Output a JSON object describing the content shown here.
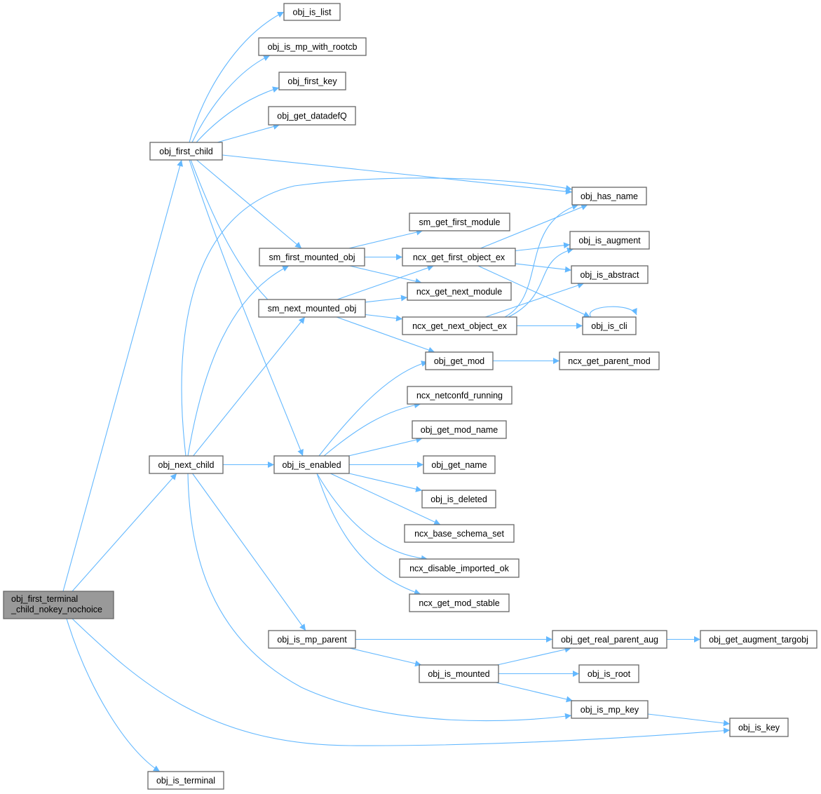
{
  "graph": {
    "root": {
      "id": "obj_first_terminal_child_nokey_nochoice",
      "label_lines": [
        "obj_first_terminal",
        "_child_nokey_nochoice"
      ]
    },
    "nodes": [
      "obj_is_list",
      "obj_is_mp_with_rootcb",
      "obj_first_key",
      "obj_get_datadefQ",
      "obj_first_child",
      "obj_has_name",
      "sm_get_first_module",
      "obj_is_augment",
      "sm_first_mounted_obj",
      "ncx_get_first_object_ex",
      "obj_is_abstract",
      "ncx_get_next_module",
      "sm_next_mounted_obj",
      "ncx_get_next_object_ex",
      "obj_is_cli",
      "obj_get_mod",
      "ncx_get_parent_mod",
      "ncx_netconfd_running",
      "obj_get_mod_name",
      "obj_next_child",
      "obj_is_enabled",
      "obj_get_name",
      "obj_is_deleted",
      "ncx_base_schema_set",
      "ncx_disable_imported_ok",
      "ncx_get_mod_stable",
      "obj_is_mp_parent",
      "obj_get_real_parent_aug",
      "obj_get_augment_targobj",
      "obj_is_mounted",
      "obj_is_root",
      "obj_is_mp_key",
      "obj_is_key",
      "obj_is_terminal"
    ],
    "edges": [
      [
        "obj_first_terminal_child_nokey_nochoice",
        "obj_first_child"
      ],
      [
        "obj_first_terminal_child_nokey_nochoice",
        "obj_next_child"
      ],
      [
        "obj_first_terminal_child_nokey_nochoice",
        "obj_is_terminal"
      ],
      [
        "obj_first_terminal_child_nokey_nochoice",
        "obj_is_key"
      ],
      [
        "obj_first_child",
        "obj_is_list"
      ],
      [
        "obj_first_child",
        "obj_is_mp_with_rootcb"
      ],
      [
        "obj_first_child",
        "obj_first_key"
      ],
      [
        "obj_first_child",
        "obj_get_datadefQ"
      ],
      [
        "obj_first_child",
        "obj_has_name"
      ],
      [
        "obj_first_child",
        "sm_first_mounted_obj"
      ],
      [
        "obj_first_child",
        "sm_next_mounted_obj"
      ],
      [
        "obj_first_child",
        "obj_is_enabled"
      ],
      [
        "obj_next_child",
        "obj_has_name"
      ],
      [
        "obj_next_child",
        "sm_first_mounted_obj"
      ],
      [
        "obj_next_child",
        "sm_next_mounted_obj"
      ],
      [
        "obj_next_child",
        "obj_is_enabled"
      ],
      [
        "obj_next_child",
        "obj_is_mp_parent"
      ],
      [
        "obj_next_child",
        "obj_is_mp_key"
      ],
      [
        "sm_first_mounted_obj",
        "sm_get_first_module"
      ],
      [
        "sm_first_mounted_obj",
        "ncx_get_first_object_ex"
      ],
      [
        "sm_first_mounted_obj",
        "ncx_get_next_module"
      ],
      [
        "sm_next_mounted_obj",
        "ncx_get_first_object_ex"
      ],
      [
        "sm_next_mounted_obj",
        "ncx_get_next_module"
      ],
      [
        "sm_next_mounted_obj",
        "ncx_get_next_object_ex"
      ],
      [
        "sm_next_mounted_obj",
        "obj_get_mod"
      ],
      [
        "ncx_get_first_object_ex",
        "obj_has_name"
      ],
      [
        "ncx_get_first_object_ex",
        "obj_is_augment"
      ],
      [
        "ncx_get_first_object_ex",
        "obj_is_abstract"
      ],
      [
        "ncx_get_first_object_ex",
        "obj_is_cli"
      ],
      [
        "ncx_get_next_object_ex",
        "obj_has_name"
      ],
      [
        "ncx_get_next_object_ex",
        "obj_is_augment"
      ],
      [
        "ncx_get_next_object_ex",
        "obj_is_abstract"
      ],
      [
        "ncx_get_next_object_ex",
        "obj_is_cli"
      ],
      [
        "obj_is_cli",
        "obj_is_cli"
      ],
      [
        "obj_get_mod",
        "ncx_get_parent_mod"
      ],
      [
        "obj_is_enabled",
        "obj_get_mod"
      ],
      [
        "obj_is_enabled",
        "ncx_netconfd_running"
      ],
      [
        "obj_is_enabled",
        "obj_get_mod_name"
      ],
      [
        "obj_is_enabled",
        "obj_get_name"
      ],
      [
        "obj_is_enabled",
        "obj_is_deleted"
      ],
      [
        "obj_is_enabled",
        "ncx_base_schema_set"
      ],
      [
        "obj_is_enabled",
        "ncx_disable_imported_ok"
      ],
      [
        "obj_is_enabled",
        "ncx_get_mod_stable"
      ],
      [
        "obj_is_mp_parent",
        "obj_get_real_parent_aug"
      ],
      [
        "obj_is_mp_parent",
        "obj_is_mounted"
      ],
      [
        "obj_get_real_parent_aug",
        "obj_get_augment_targobj"
      ],
      [
        "obj_is_mounted",
        "obj_get_real_parent_aug"
      ],
      [
        "obj_is_mounted",
        "obj_is_root"
      ],
      [
        "obj_is_mounted",
        "obj_is_mp_key"
      ],
      [
        "obj_is_mp_key",
        "obj_is_key"
      ]
    ],
    "colors": {
      "edge": "#63b8ff",
      "root_fill": "#999999",
      "node_border": "#666666"
    }
  }
}
